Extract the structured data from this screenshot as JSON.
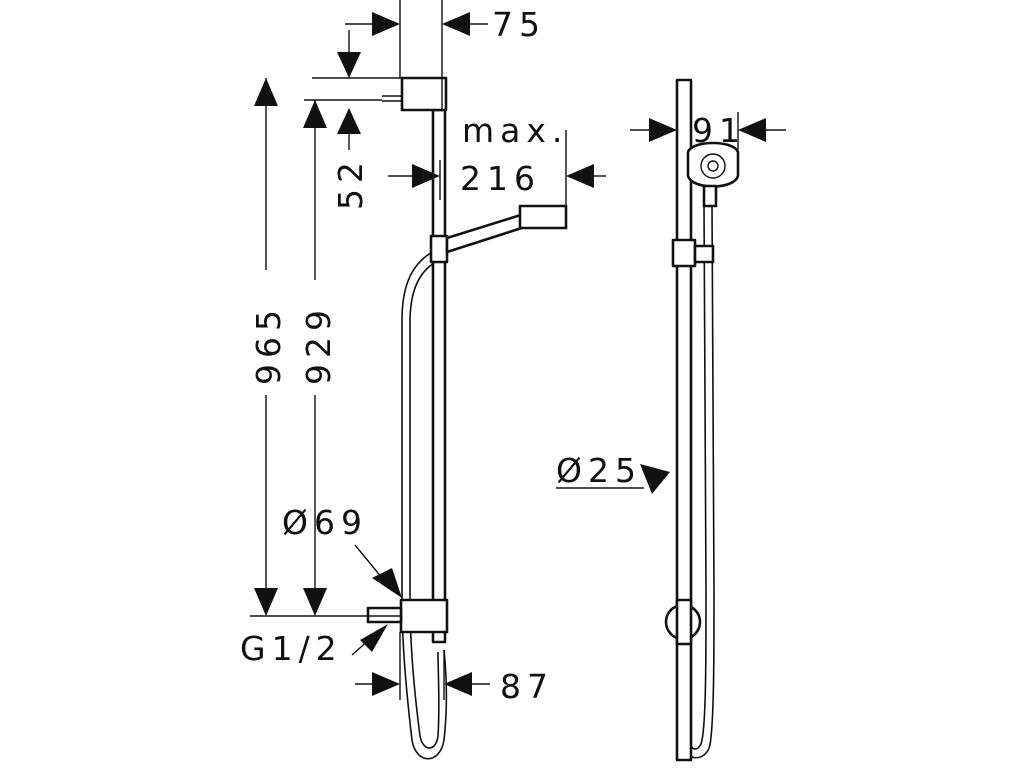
{
  "diagram": {
    "dimensions": {
      "d75": "75",
      "d52": "52",
      "max_label": "max.",
      "d216": "216",
      "d965": "965",
      "d929": "929",
      "d69": "Ø69",
      "thread": "G1/2",
      "d87": "87",
      "d91": "91",
      "d25": "Ø25"
    }
  }
}
